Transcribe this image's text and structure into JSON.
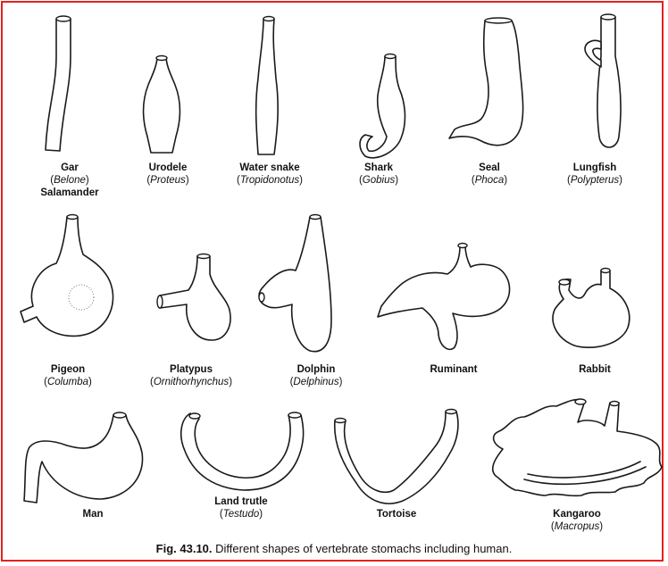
{
  "colors": {
    "border": "#e32222",
    "ink": "#1a1a1a",
    "background": "#ffffff"
  },
  "stomachs": [
    {
      "id": "gar",
      "name": "Gar",
      "sci_open": "(",
      "sci": "Belone",
      "sci_close": ")",
      "extra": "Salamander"
    },
    {
      "id": "urodele",
      "name": "Urodele",
      "sci_open": "(",
      "sci": "Proteus",
      "sci_close": ")"
    },
    {
      "id": "water-snake",
      "name": "Water snake",
      "sci_open": "(",
      "sci": "Tropidonotus",
      "sci_close": ")"
    },
    {
      "id": "shark",
      "name": "Shark",
      "sci_open": "(",
      "sci": "Gobius",
      "sci_close": ")"
    },
    {
      "id": "seal",
      "name": "Seal",
      "sci_open": "(",
      "sci": "Phoca",
      "sci_close": ")"
    },
    {
      "id": "lungfish",
      "name": "Lungfish",
      "sci_open": "(",
      "sci": "Polypterus",
      "sci_close": ")"
    },
    {
      "id": "pigeon",
      "name": "Pigeon",
      "sci_open": "(",
      "sci": "Columba",
      "sci_close": ")"
    },
    {
      "id": "platypus",
      "name": "Platypus",
      "sci_open": "(",
      "sci": "Ornithorhynchus",
      "sci_close": ")"
    },
    {
      "id": "dolphin",
      "name": "Dolphin",
      "sci_open": "(",
      "sci": "Delphinus",
      "sci_close": ")"
    },
    {
      "id": "ruminant",
      "name": "Ruminant"
    },
    {
      "id": "rabbit",
      "name": "Rabbit"
    },
    {
      "id": "man",
      "name": "Man"
    },
    {
      "id": "land-turtle",
      "name": "Land trutle",
      "sci_open": "(",
      "sci": "Testudo",
      "sci_close": ")"
    },
    {
      "id": "tortoise",
      "name": "Tortoise"
    },
    {
      "id": "kangaroo",
      "name": "Kangaroo",
      "sci_open": "(",
      "sci": "Macropus",
      "sci_close": ")"
    }
  ],
  "caption": {
    "fig": "Fig. 43.10.",
    "text": "Different shapes of vertebrate stomachs including human."
  }
}
